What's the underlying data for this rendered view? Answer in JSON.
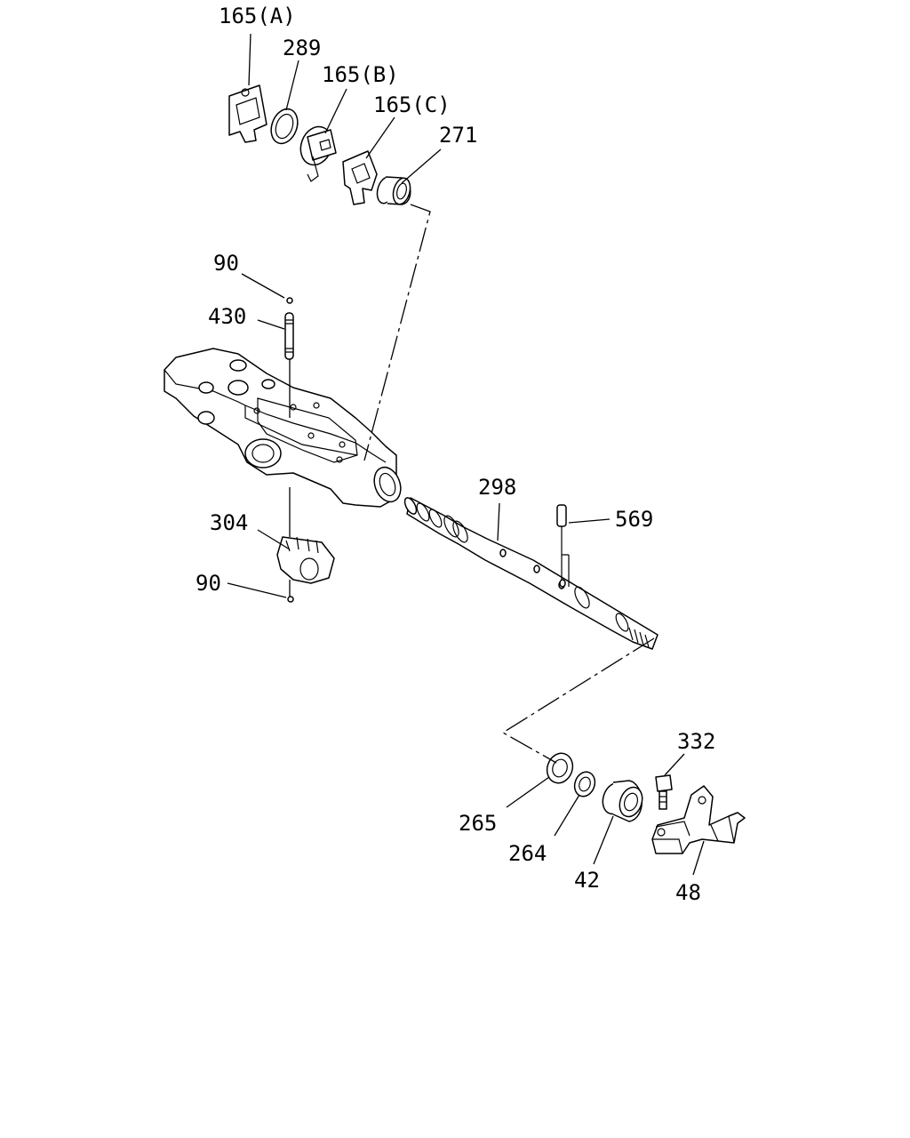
{
  "diagram": {
    "labels": {
      "p165a": "165(A)",
      "p289": "289",
      "p165b": "165(B)",
      "p165c": "165(C)",
      "p271": "271",
      "p90_top": "90",
      "p430": "430",
      "p304": "304",
      "p90_bottom": "90",
      "p298": "298",
      "p569": "569",
      "p332": "332",
      "p265": "265",
      "p264": "264",
      "p42": "42",
      "p48": "48"
    }
  }
}
